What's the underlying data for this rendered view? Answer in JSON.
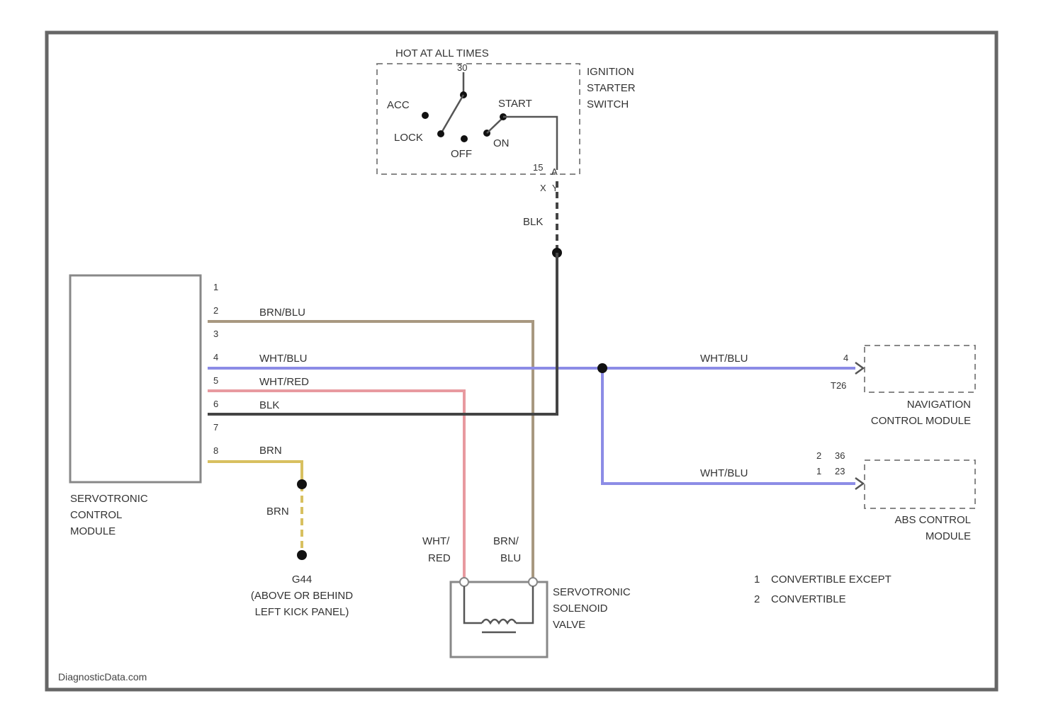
{
  "ignition": {
    "hot_label": "HOT AT ALL TIMES",
    "top_pin": "30",
    "acc": "ACC",
    "lock": "LOCK",
    "off": "OFF",
    "on": "ON",
    "start": "START",
    "name_lines": [
      "IGNITION",
      "STARTER",
      "SWITCH"
    ],
    "pin_a": "15",
    "pin_b": "X",
    "conn_a": "A",
    "conn_b": "Y"
  },
  "wires": {
    "blk_top": "BLK",
    "brn_blu": "BRN/BLU",
    "wht_blu_left": "WHT/BLU",
    "wht_red": "WHT/RED",
    "blk": "BLK",
    "brn": "BRN",
    "brn_lower": "BRN",
    "wht_blu_nav": "WHT/BLU",
    "wht_blu_abs": "WHT/BLU",
    "wht_red_valve": [
      "WHT/",
      "RED"
    ],
    "brn_blu_valve": [
      "BRN/",
      "BLU"
    ]
  },
  "servo_module": {
    "pins": [
      "1",
      "2",
      "3",
      "4",
      "5",
      "6",
      "7",
      "8"
    ],
    "name_lines": [
      "SERVOTRONIC",
      "CONTROL",
      "MODULE"
    ]
  },
  "ground": {
    "name_lines": [
      "G44",
      "(ABOVE OR BEHIND",
      "LEFT KICK PANEL)"
    ]
  },
  "valve": {
    "name_lines": [
      "SERVOTRONIC",
      "SOLENOID",
      "VALVE"
    ]
  },
  "nav_module": {
    "pin": "4",
    "connector": "T26",
    "name_lines": [
      "NAVIGATION",
      "CONTROL MODULE"
    ]
  },
  "abs_module": {
    "pin_rows": [
      [
        "2",
        "36"
      ],
      [
        "1",
        "23"
      ]
    ],
    "name_lines": [
      "ABS CONTROL",
      "MODULE"
    ]
  },
  "legend": [
    {
      "num": "1",
      "text": "CONVERTIBLE EXCEPT"
    },
    {
      "num": "2",
      "text": "CONVERTIBLE"
    }
  ],
  "watermark": "DiagnosticData.com",
  "colors": {
    "frame": "#666666",
    "brn_blu": "#a89880",
    "wht_blu": "#8c8ce6",
    "wht_red": "#e89aa0",
    "blk": "#444444",
    "brn": "#d8c060"
  }
}
